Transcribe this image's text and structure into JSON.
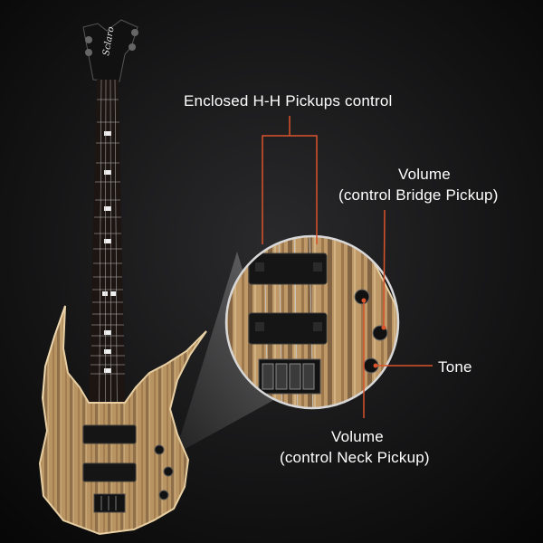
{
  "callouts": {
    "pickups": "Enclosed H-H Pickups control",
    "volume_bridge_line1": "Volume",
    "volume_bridge_line2": "(control Bridge Pickup)",
    "tone": "Tone",
    "volume_neck_line1": "Volume",
    "volume_neck_line2": "(control Neck Pickup)"
  },
  "headstock_logo": "Sclaro",
  "colors": {
    "background": "#0c0c0d",
    "wood": "#b99463",
    "wood_dark": "#6e5134",
    "fretboard": "#1c1512",
    "accent_line": "#d9532b",
    "pickup": "#151515"
  }
}
